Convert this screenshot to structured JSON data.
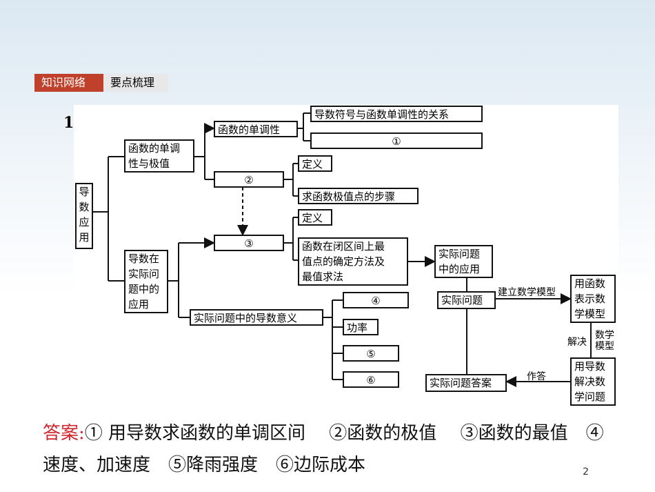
{
  "tabs": {
    "knowledge": "知识网络",
    "points": "要点梳理"
  },
  "section_number": "1.",
  "diagram": {
    "root": "导\n数\n应\n用",
    "monotone_extreme": "函数的单调\n性与极值",
    "monotonicity": "函数的单调性",
    "sign_relation": "导数符号与函数单调性的关系",
    "blank1": "①",
    "blank2": "②",
    "def1": "定义",
    "extreme_steps": "求函数极值点的步骤",
    "practical": "导数在\n实际问\n题中的\n应用",
    "blank3": "③",
    "def2": "定义",
    "closed_interval": "函数在闭区间上最\n值点的确定方法及\n最值求法",
    "practical_app": "实际问题\n中的应用",
    "practical_problem": "实际问题",
    "build_model": "建立数学模型",
    "func_repr": "用函数\n表示数\n学模型",
    "solve": "解决",
    "math_model": "数学\n模型",
    "answer_box": "实际问题答案",
    "do_answer": "作答",
    "use_derivative": "用导数\n解决数\n学问题",
    "meaning": "实际问题中的导数意义",
    "blank4": "④",
    "power": "功率",
    "blank5": "⑤",
    "blank6": "⑥"
  },
  "answer": {
    "label": "答案",
    "colon": ":",
    "text": "① 用导数求函数的单调区间　 ②函数的极值　 ③函数的最值　④速度、加速度　⑤降雨强度　⑥边际成本"
  },
  "page_number": "2"
}
